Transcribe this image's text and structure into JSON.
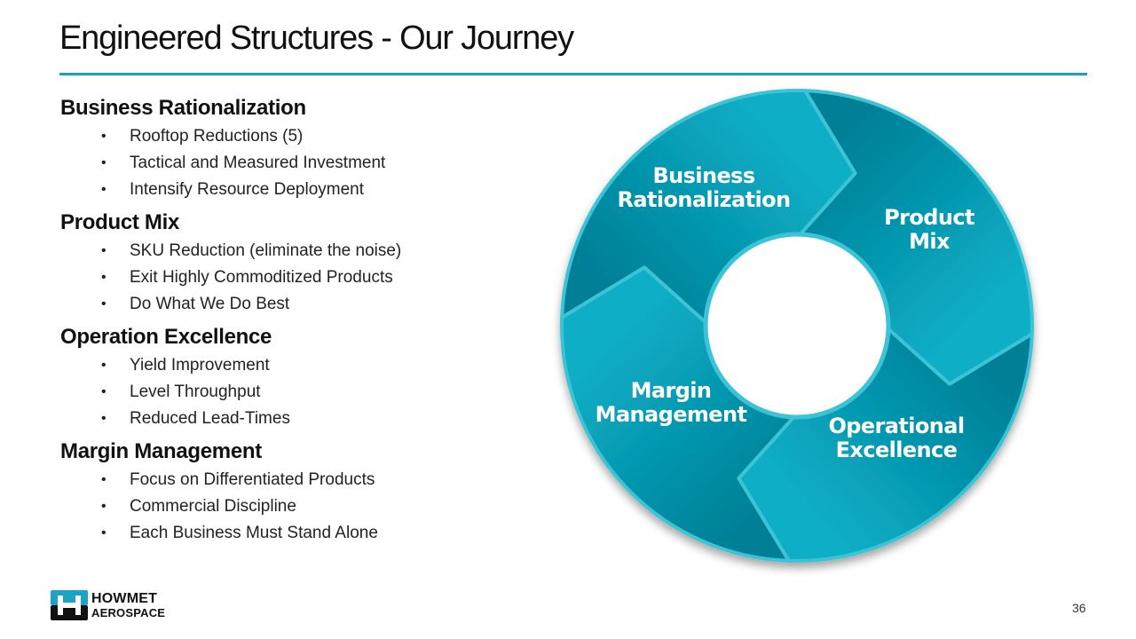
{
  "slide": {
    "title": "Engineered Structures - Our Journey",
    "page_number": "36",
    "accent_color": "#1aa3b8"
  },
  "sections": [
    {
      "heading": "Business Rationalization",
      "bullets": [
        "Rooftop Reductions (5)",
        "Tactical and Measured Investment",
        "Intensify Resource Deployment"
      ]
    },
    {
      "heading": "Product Mix",
      "bullets": [
        "SKU Reduction (eliminate the noise)",
        "Exit Highly Commoditized Products",
        "Do What We Do Best"
      ]
    },
    {
      "heading": "Operation Excellence",
      "bullets": [
        "Yield Improvement",
        "Level Throughput",
        "Reduced Lead-Times"
      ]
    },
    {
      "heading": "Margin Management",
      "bullets": [
        "Focus on Differentiated Products",
        "Commercial Discipline",
        "Each Business Must Stand Alone"
      ]
    }
  ],
  "bullet_glyph": "•",
  "cycle": {
    "segments": [
      {
        "label_lines": [
          "Business",
          "Rationalization"
        ],
        "color_dark": "#027f97",
        "color_light": "#09aec6"
      },
      {
        "label_lines": [
          "Product",
          "Mix"
        ],
        "color_dark": "#027f97",
        "color_light": "#09aec6"
      },
      {
        "label_lines": [
          "Operational",
          "Excellence"
        ],
        "color_dark": "#027f97",
        "color_light": "#09aec6"
      },
      {
        "label_lines": [
          "Margin",
          "Management"
        ],
        "color_dark": "#027f97",
        "color_light": "#09aec6"
      }
    ],
    "separator_color": "#3cc3d6"
  },
  "logo": {
    "line1": "HOWMET",
    "line2": "AEROSPACE",
    "top_color": "#1aa3c4",
    "bottom_color": "#111111"
  }
}
